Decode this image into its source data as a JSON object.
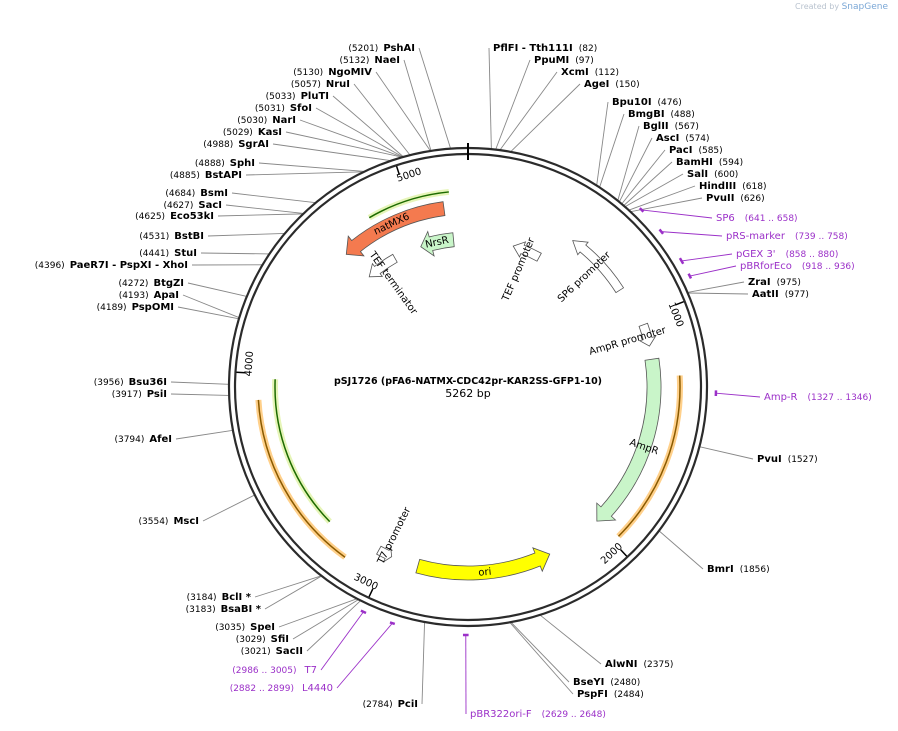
{
  "credit": {
    "prefix": "Created by",
    "brand": "SnapGene"
  },
  "plasmid": {
    "name": "pSJ1726 (pFA6-NATMX-CDC42pr-KAR2SS-GFP1-10)",
    "length_label": "5262 bp",
    "length": 5262
  },
  "colors": {
    "backbone": "#2b2b2b",
    "primer": "#9b30c8",
    "natMX6": "#f47a4f",
    "resistance": "#c9f5c9",
    "ori": "#ffff00",
    "promoter": "#ffffff",
    "gfp": "#e6f5b8",
    "orange": "#ffd08a"
  },
  "ticks": [
    {
      "label": "1000",
      "pos": 1000
    },
    {
      "label": "2000",
      "pos": 2000
    },
    {
      "label": "3000",
      "pos": 3000
    },
    {
      "label": "4000",
      "pos": 4000
    },
    {
      "label": "5000",
      "pos": 5000
    }
  ],
  "sites": [
    {
      "name": "PshAI",
      "pos_label": "(5201)",
      "pos": 5201
    },
    {
      "name": "NaeI",
      "pos_label": "(5132)",
      "pos": 5132
    },
    {
      "name": "NgoMIV",
      "pos_label": "(5130)",
      "pos": 5130
    },
    {
      "name": "NruI",
      "pos_label": "(5057)",
      "pos": 5057
    },
    {
      "name": "PluTI",
      "pos_label": "(5033)",
      "pos": 5033
    },
    {
      "name": "SfoI",
      "pos_label": "(5031)",
      "pos": 5031
    },
    {
      "name": "NarI",
      "pos_label": "(5030)",
      "pos": 5030
    },
    {
      "name": "KasI",
      "pos_label": "(5029)",
      "pos": 5029
    },
    {
      "name": "SgrAI",
      "pos_label": "(4988)",
      "pos": 4988
    },
    {
      "name": "SphI",
      "pos_label": "(4888)",
      "pos": 4888
    },
    {
      "name": "BstAPI",
      "pos_label": "(4885)",
      "pos": 4885
    },
    {
      "name": "BsmI",
      "pos_label": "(4684)",
      "pos": 4684
    },
    {
      "name": "SacI",
      "pos_label": "(4627)",
      "pos": 4627
    },
    {
      "name": "Eco53kI",
      "pos_label": "(4625)",
      "pos": 4625
    },
    {
      "name": "BstBI",
      "pos_label": "(4531)",
      "pos": 4531
    },
    {
      "name": "StuI",
      "pos_label": "(4441)",
      "pos": 4441
    },
    {
      "name": "PaeR7I - PspXI - XhoI",
      "pos_label": "(4396)",
      "pos": 4396
    },
    {
      "name": "BtgZI",
      "pos_label": "(4272)",
      "pos": 4272
    },
    {
      "name": "ApaI",
      "pos_label": "(4193)",
      "pos": 4193
    },
    {
      "name": "PspOMI",
      "pos_label": "(4189)",
      "pos": 4189
    },
    {
      "name": "Bsu36I",
      "pos_label": "(3956)",
      "pos": 3956
    },
    {
      "name": "PsiI",
      "pos_label": "(3917)",
      "pos": 3917
    },
    {
      "name": "AfeI",
      "pos_label": "(3794)",
      "pos": 3794
    },
    {
      "name": "MscI",
      "pos_label": "(3554)",
      "pos": 3554
    },
    {
      "name": "BclI *",
      "pos_label": "(3184)",
      "pos": 3184
    },
    {
      "name": "BsaBI *",
      "pos_label": "(3183)",
      "pos": 3183
    },
    {
      "name": "SpeI",
      "pos_label": "(3035)",
      "pos": 3035
    },
    {
      "name": "SfiI",
      "pos_label": "(3029)",
      "pos": 3029
    },
    {
      "name": "SacII",
      "pos_label": "(3021)",
      "pos": 3021
    },
    {
      "name": "PciI",
      "pos_label": "(2784)",
      "pos": 2784
    },
    {
      "name": "PspFI",
      "pos_label": "(2484)",
      "pos": 2484
    },
    {
      "name": "BseYI",
      "pos_label": "(2480)",
      "pos": 2480
    },
    {
      "name": "AlwNI",
      "pos_label": "(2375)",
      "pos": 2375
    },
    {
      "name": "BmrI",
      "pos_label": "(1856)",
      "pos": 1856
    },
    {
      "name": "PvuI",
      "pos_label": "(1527)",
      "pos": 1527
    },
    {
      "name": "AatII",
      "pos_label": "(977)",
      "pos": 977
    },
    {
      "name": "ZraI",
      "pos_label": "(975)",
      "pos": 975
    },
    {
      "name": "PvuII",
      "pos_label": "(626)",
      "pos": 626
    },
    {
      "name": "HindIII",
      "pos_label": "(618)",
      "pos": 618
    },
    {
      "name": "SalI",
      "pos_label": "(600)",
      "pos": 600
    },
    {
      "name": "BamHI",
      "pos_label": "(594)",
      "pos": 594
    },
    {
      "name": "PacI",
      "pos_label": "(585)",
      "pos": 585
    },
    {
      "name": "AscI",
      "pos_label": "(574)",
      "pos": 574
    },
    {
      "name": "BglII",
      "pos_label": "(567)",
      "pos": 567
    },
    {
      "name": "BmgBI",
      "pos_label": "(488)",
      "pos": 488
    },
    {
      "name": "Bpu10I",
      "pos_label": "(476)",
      "pos": 476
    },
    {
      "name": "AgeI",
      "pos_label": "(150)",
      "pos": 150
    },
    {
      "name": "XcmI",
      "pos_label": "(112)",
      "pos": 112
    },
    {
      "name": "PpuMI",
      "pos_label": "(97)",
      "pos": 97
    },
    {
      "name": "PflFI - Tth111I",
      "pos_label": "(82)",
      "pos": 82
    }
  ],
  "primers": [
    {
      "name": "SP6",
      "range_label": "(641 .. 658)",
      "start": 641,
      "end": 658
    },
    {
      "name": "pRS-marker",
      "range_label": "(739 .. 758)",
      "start": 739,
      "end": 758
    },
    {
      "name": "pGEX 3'",
      "range_label": "(858 .. 880)",
      "start": 858,
      "end": 880
    },
    {
      "name": "pBRforEco",
      "range_label": "(918 .. 936)",
      "start": 918,
      "end": 936
    },
    {
      "name": "Amp-R",
      "range_label": "(1327 .. 1346)",
      "start": 1327,
      "end": 1346
    },
    {
      "name": "pBR322ori-F",
      "range_label": "(2629 .. 2648)",
      "start": 2629,
      "end": 2648
    },
    {
      "name": "L4440",
      "range_label": "(2882 .. 2899)",
      "start": 2882,
      "end": 2899
    },
    {
      "name": "T7",
      "range_label": "(2986 .. 3005)",
      "start": 2986,
      "end": 3005
    }
  ],
  "features": [
    {
      "name": "natMX6",
      "label": "natMX6",
      "start": 4640,
      "end": 5150,
      "dir": "ccw",
      "fill": "#f47a4f"
    },
    {
      "name": "SP6 promoter",
      "label": "SP6 promoter",
      "start": 520,
      "end": 840,
      "dir": "ccw",
      "fill": "#ffffff"
    },
    {
      "name": "NrsR",
      "label": "NrsR",
      "start": 4990,
      "end": 5180,
      "dir": "ccw",
      "fill": "#c9f5c9"
    },
    {
      "name": "TEF promoter",
      "label": "TEF promoter",
      "start": 260,
      "end": 420,
      "dir": "ccw",
      "fill": "#ffffff"
    },
    {
      "name": "TEF terminator",
      "label": "TEF terminator",
      "start": 4650,
      "end": 4830,
      "dir": "ccw",
      "fill": "#ffffff"
    },
    {
      "name": "AmpR promoter",
      "label": "AmpR promoter",
      "start": 1030,
      "end": 1130,
      "dir": "cw",
      "fill": "#ffffff"
    },
    {
      "name": "AmpR",
      "label": "AmpR",
      "start": 1190,
      "end": 1990,
      "dir": "cw",
      "fill": "#c9f5c9"
    },
    {
      "name": "ori",
      "label": "ori",
      "start": 2250,
      "end": 2860,
      "dir": "ccw",
      "fill": "#ffff00"
    },
    {
      "name": "T7 promoter",
      "label": "T7 promoter",
      "start": 2985,
      "end": 3050,
      "dir": "ccw",
      "fill": "#ffffff"
    }
  ]
}
